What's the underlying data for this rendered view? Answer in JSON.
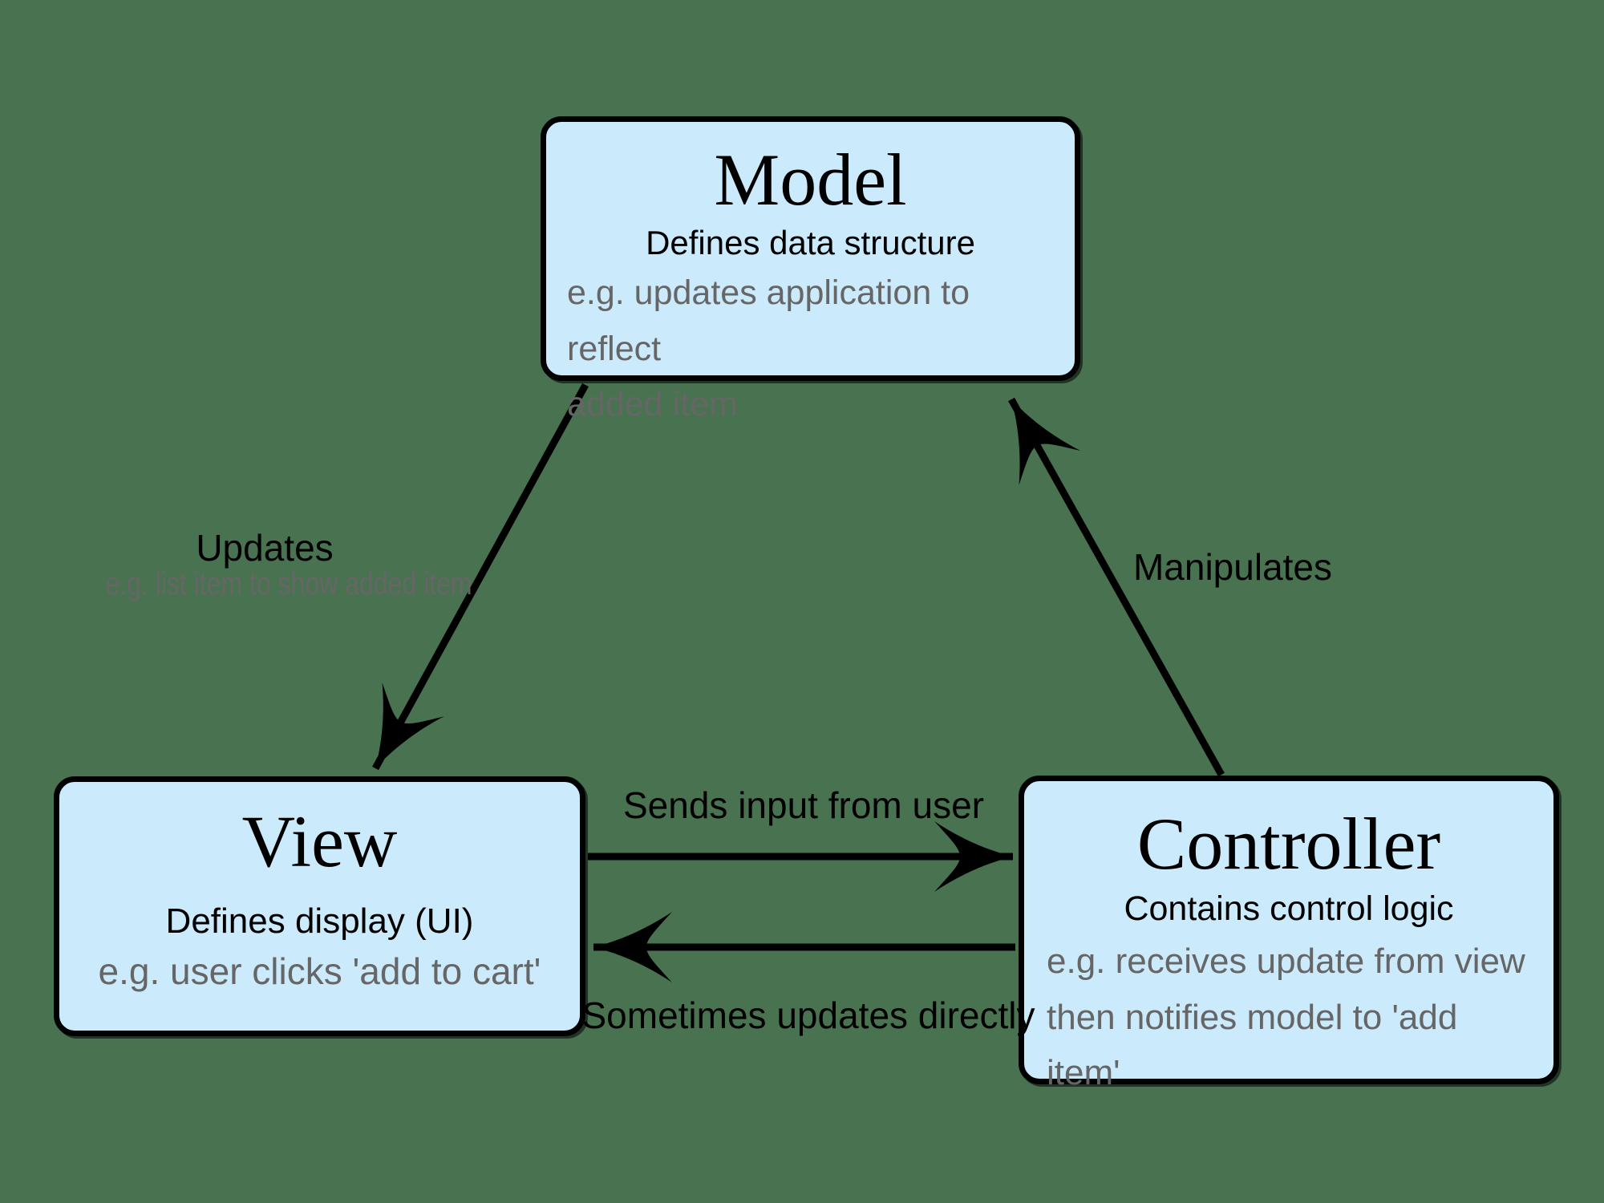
{
  "colors": {
    "background": "#497251",
    "node_fill": "#CBEAFC",
    "node_border": "#000000",
    "text_primary": "#000000",
    "text_secondary": "#666666",
    "arrow": "#000000"
  },
  "nodes": {
    "model": {
      "title": "Model",
      "subtitle": "Defines data structure",
      "example": "e.g. updates application to reflect\nadded item"
    },
    "view": {
      "title": "View",
      "subtitle": "Defines display (UI)",
      "example": "e.g. user clicks 'add to cart'"
    },
    "controller": {
      "title": "Controller",
      "subtitle": "Contains control logic",
      "example": "e.g. receives update from view\nthen notifies model to 'add item'"
    }
  },
  "edges": {
    "model_to_view": {
      "label": "Updates",
      "sublabel": "e.g. list item to show added item"
    },
    "controller_to_model": {
      "label": "Manipulates"
    },
    "view_to_controller": {
      "label": "Sends input from user"
    },
    "controller_to_view": {
      "label": "Sometimes updates directly"
    }
  }
}
